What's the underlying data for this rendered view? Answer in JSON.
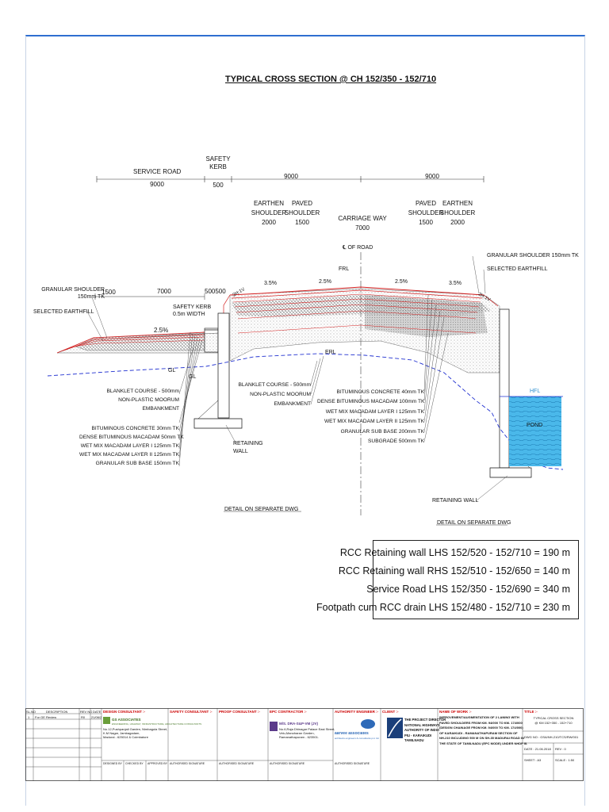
{
  "drawing": {
    "title": "TYPICAL CROSS SECTION @ CH 152/350  - 152/710",
    "dims_top": {
      "service_road": "SERVICE ROAD",
      "service_road_val": "9000",
      "safety_kerb": "SAFETY\nKERB",
      "safety_kerb_val": "500",
      "lhs_9000": "9000",
      "rhs_9000": "9000"
    },
    "heads": {
      "earthen_l": "EARTHEN\nSHOULDER\n2000",
      "paved_l": "PAVED\nSHOULDER\n1500",
      "carriage": "CARRIAGE WAY\n7000",
      "paved_r": "PAVED\nSHOULDER\n1500",
      "earthen_r": "EARTHEN\nSHOULDER\n2000",
      "cl": "℄ OF ROAD"
    },
    "left_labels": {
      "gran_shoulder": "GRANULAR SHOULDER\n150mm TK",
      "sel_earth": "SELECTED EARTHFILL",
      "d1500": "1500",
      "d7000": "7000",
      "d500500": "500500",
      "safety_kerb": "SAFETY KERB\n0.5m WIDTH",
      "slope": "2.5%",
      "gl1": "GL",
      "gl2": "GL"
    },
    "main_labels": {
      "s1": "3.5%",
      "s2": "2.5%",
      "s3": "2.5%",
      "s4": "3.5%",
      "frl": "FRL",
      "erl": "ERL",
      "side_l": "2H:1V",
      "side_r": "2H:1V",
      "gran_r": "GRANULAR SHOULDER 150mm TK",
      "sel_r": "SELECTED EARTHFILL",
      "hfl": "HFL",
      "pond": "POND",
      "retaining_l": "RETAINING\nWALL",
      "retaining_r": "RETAINING WALL",
      "detail_l": "DETAIL ON SEPARATE DWG",
      "detail_r": "DETAIL ON SEPARATE DWG"
    },
    "callouts_service": [
      "BLANKLET COURSE - 500mm",
      "NON-PLASTIC MOORUM",
      "EMBANKMENT",
      "BITUMINOUS CONCRETE 30mm TK",
      "DENSE BITUMINOUS MACADAM 50mm TK",
      "WET MIX MACADAM LAYER I 125mm TK",
      "WET MIX MACADAM LAYER II 125mm TK",
      "GRANULAR SUB BASE 150mm TK"
    ],
    "callouts_main_left": [
      "BLANKLET COURSE - 500mm",
      "NON-PLASTIC MOORUM",
      "EMBANKMENT"
    ],
    "callouts_main_right": [
      "BITUMINOUS CONCRETE 40mm TK",
      "DENSE BITUMINOUS MACADAM 100mm TK",
      "WET MIX MACADAM LAYER I 125mm TK",
      "WET MIX MACADAM LAYER II 125mm TK",
      "GRANULAR SUB BASE 200mm TK",
      "SUBGRADE 500mm TK"
    ],
    "summary": [
      "RCC Retaining wall LHS 152/520 - 152/710 = 190 m",
      "RCC Retaining wall RHS 152/510 - 152/650 = 140 m",
      "Service Road LHS 152/350 - 152/690 = 340 m",
      "Footpath cum RCC drain LHS 152/480 - 152/710 = 230 m"
    ]
  },
  "title_block": {
    "sl_no": "SL.NO",
    "description": "DESCRIPTION",
    "rev_no": "REV NO",
    "date": "DATE",
    "row_sl": "1",
    "row_desc": "For GE Review",
    "row_rev": "R0",
    "row_date": "21/06/2018",
    "design_consultant": "DESIGN CONSULTANT :-",
    "gs": "GS ASSOCIATES",
    "gs_sub": "ENGINEERING, HIGHWAY, INFRASTRUCTURE, ARCHITECTURE CONSULTANTS",
    "gs_addr": "No.12,Pushpanjali Garden, Nimbagula Street,\nK.M Nagar, Jambagadam,\nMadurai - 625014 & Coimbatore",
    "designed_by": "DESIGNED BY",
    "checked_by": "CHECKED BY",
    "approved_by": "APPROVED BY",
    "safety_consultant": "SAFETY CONSULTANT :-",
    "proof_consultant": "PROOF CONSULTANT :-",
    "auth_sig": "AUTHORISED SIGNATURE",
    "epc": "EPC CONTRACTOR :-",
    "epc_name": "M/S. DRA-S&P-VM (JV)",
    "epc_addr": "No.6,Raja Dhinagar Palace East Street,\nVelu,Manoharan Garden,\nRamanathapuram - 623501.",
    "authority": "AUTHORITY ENGINEER :-",
    "aecom": "aarvee associates",
    "aecom_sub": "architects engineers & consultants pvt. ltd.",
    "client": "CLIENT :-",
    "client_text": "THE PROJECT DIRECTOR\nNATIONAL HIGHWAYS\nAUTHORITY OF INDIA\nPIU - KARAIKUDI\nTAMILNADU",
    "name_of_work": "NAME OF WORK :-",
    "work_text": "IMPROVEMENT/AUGMENTATION OF 2 LANING WITH\nPAVED SHOULDERS FROM KM. 94/000 TO KM. 174/000\n(DESIGN CHAINAGE FROM KM. 94/000 TO KM. 174/000)\nOF KARAIKUDI - RAMANATHAPURAM SECTION OF\nNH-210 INCLUDING 500 M ON SH-35 MADURAI ROAD IN\nTHE STATE OF TAMILNADU (EPC MODE) UNDER NHDP III.",
    "title_label": "TITLE :-",
    "title_text": "TYPICAL CROSS SECTION\n@ KM 152+350 - 152+710",
    "dwg_no": "DWG NO : GSA/NH-210/TCS/RW/001",
    "date_v": "DATE : 21.06.2018",
    "rev_v": "REV : 0",
    "sheet": "SHEET : A3",
    "scale": "SCALE : 1:50"
  },
  "colors": {
    "frame_top": "#2f6fd0",
    "pavement": "#d42020",
    "water": "#3aa8e0",
    "hfl_line": "#2030d0",
    "header_red": "#c00000"
  }
}
